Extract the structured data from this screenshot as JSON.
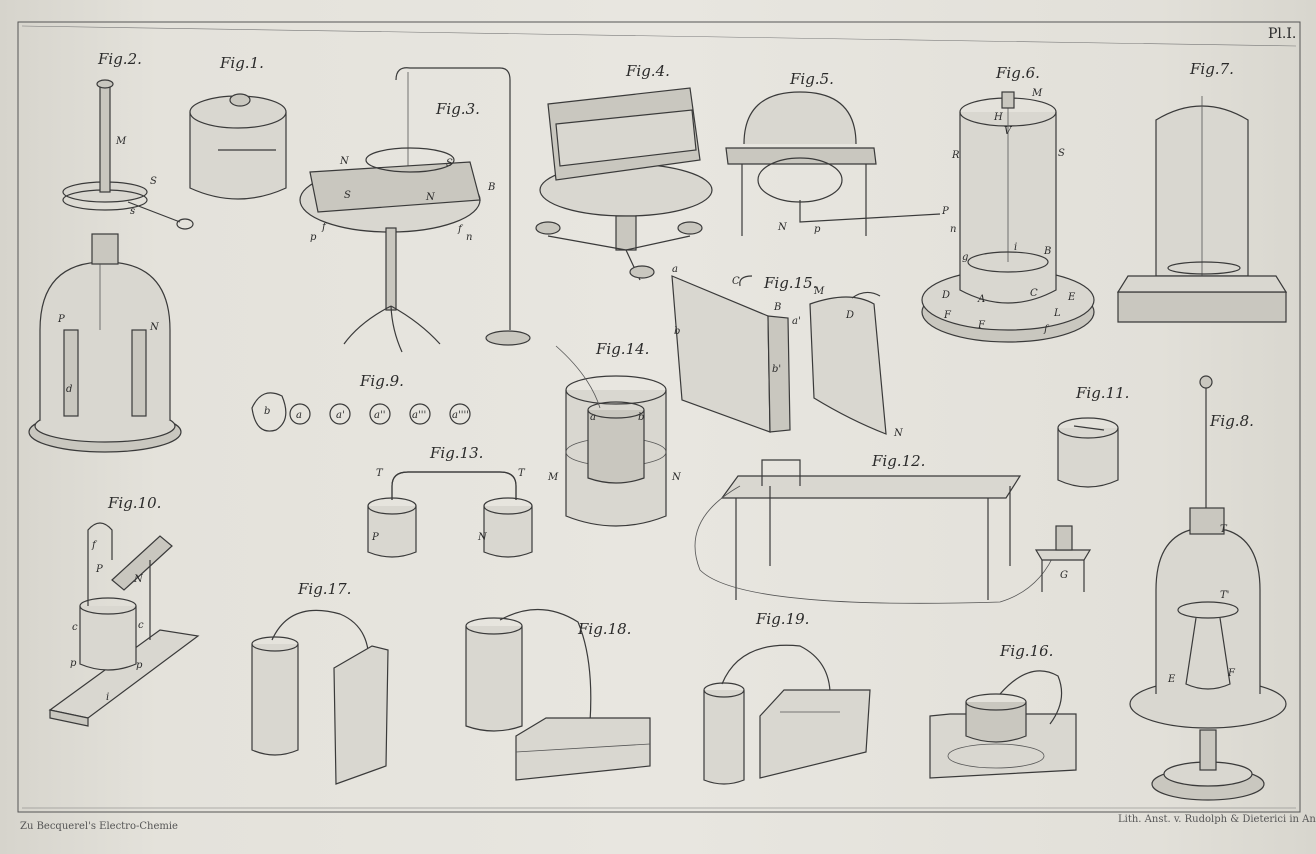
{
  "plate": {
    "number": "Pl.I.",
    "credit_left": "Zu Becquerel's Electro-Chemie",
    "credit_right": "Lith. Anst. v. Rudolph & Dieterici in Annaberg"
  },
  "figures": {
    "fig1": "Fig.1.",
    "fig2": "Fig.2.",
    "fig3": "Fig.3.",
    "fig4": "Fig.4.",
    "fig5": "Fig.5.",
    "fig6": "Fig.6.",
    "fig7": "Fig.7.",
    "fig8": "Fig.8.",
    "fig9": "Fig.9.",
    "fig10": "Fig.10.",
    "fig11": "Fig.11.",
    "fig12": "Fig.12.",
    "fig13": "Fig.13.",
    "fig14": "Fig.14.",
    "fig15": "Fig.15.",
    "fig16": "Fig.16.",
    "fig17": "Fig.17.",
    "fig18": "Fig.18.",
    "fig19": "Fig.19."
  },
  "letters": {
    "fig2": [
      "M",
      "S",
      "s",
      "P",
      "N",
      "d"
    ],
    "fig3": [
      "N",
      "S",
      "S",
      "N",
      "B",
      "p",
      "f",
      "f",
      "n"
    ],
    "fig5": [
      "N",
      "p",
      "P",
      "n"
    ],
    "fig6": [
      "M",
      "H",
      "V",
      "R",
      "S",
      "g",
      "i",
      "B",
      "D",
      "E",
      "A",
      "C",
      "L",
      "F",
      "F",
      "f"
    ],
    "fig9": [
      "b",
      "a",
      "a'",
      "a''",
      "a'''",
      "a''''"
    ],
    "fig10": [
      "f",
      "P",
      "N",
      "c",
      "c",
      "p",
      "p",
      "i"
    ],
    "fig13": [
      "T",
      "T",
      "P",
      "N"
    ],
    "fig14": [
      "a",
      "b",
      "M",
      "N"
    ],
    "fig15": [
      "C",
      "B",
      "M",
      "D",
      "a",
      "a'",
      "b",
      "b'",
      "N"
    ],
    "fig8": [
      "T",
      "T'",
      "E",
      "F"
    ],
    "fig12": [
      "G"
    ]
  }
}
